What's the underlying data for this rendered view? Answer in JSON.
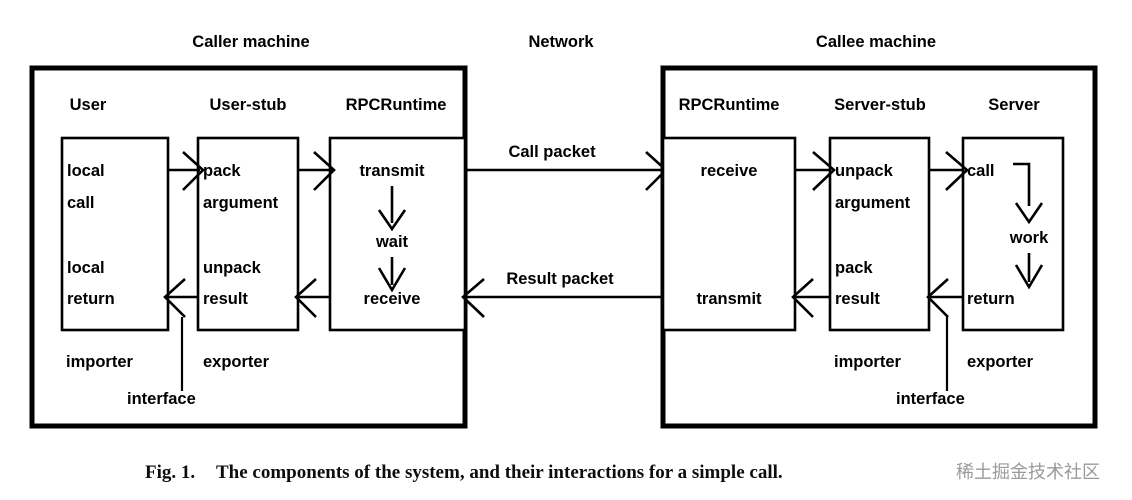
{
  "figure": {
    "caption_prefix": "Fig. 1.",
    "caption_body": "The components of the system, and their interactions for a simple call.",
    "watermark": "稀土掘金技术社区"
  },
  "titles": {
    "caller": "Caller machine",
    "network": "Network",
    "callee": "Callee machine"
  },
  "caller": {
    "components": [
      {
        "label": "User"
      },
      {
        "label": "User-stub"
      },
      {
        "label": "RPCRuntime"
      }
    ],
    "user_box": {
      "line1": "local",
      "line2": "call",
      "line3": "local",
      "line4": "return"
    },
    "user_stub_box": {
      "line1": "pack",
      "line2": "argument",
      "line3": "unpack",
      "line4": "result"
    },
    "rpcruntime_box": {
      "line1": "transmit",
      "line2": "wait",
      "line3": "receive"
    },
    "roles": {
      "importer": "importer",
      "exporter": "exporter",
      "interface": "interface"
    }
  },
  "network": {
    "call_packet": "Call packet",
    "result_packet": "Result packet"
  },
  "callee": {
    "components": [
      {
        "label": "RPCRuntime"
      },
      {
        "label": "Server-stub"
      },
      {
        "label": "Server"
      }
    ],
    "rpcruntime_box": {
      "line1": "receive",
      "line2": "transmit"
    },
    "server_stub_box": {
      "line1": "unpack",
      "line2": "argument",
      "line3": "pack",
      "line4": "result"
    },
    "server_box": {
      "line1": "call",
      "line2": "work",
      "line3": "return"
    },
    "roles": {
      "importer": "importer",
      "exporter": "exporter",
      "interface": "interface"
    }
  },
  "colors": {
    "stroke": "#000000",
    "background": "#ffffff",
    "watermark": "#9a9a9a"
  }
}
